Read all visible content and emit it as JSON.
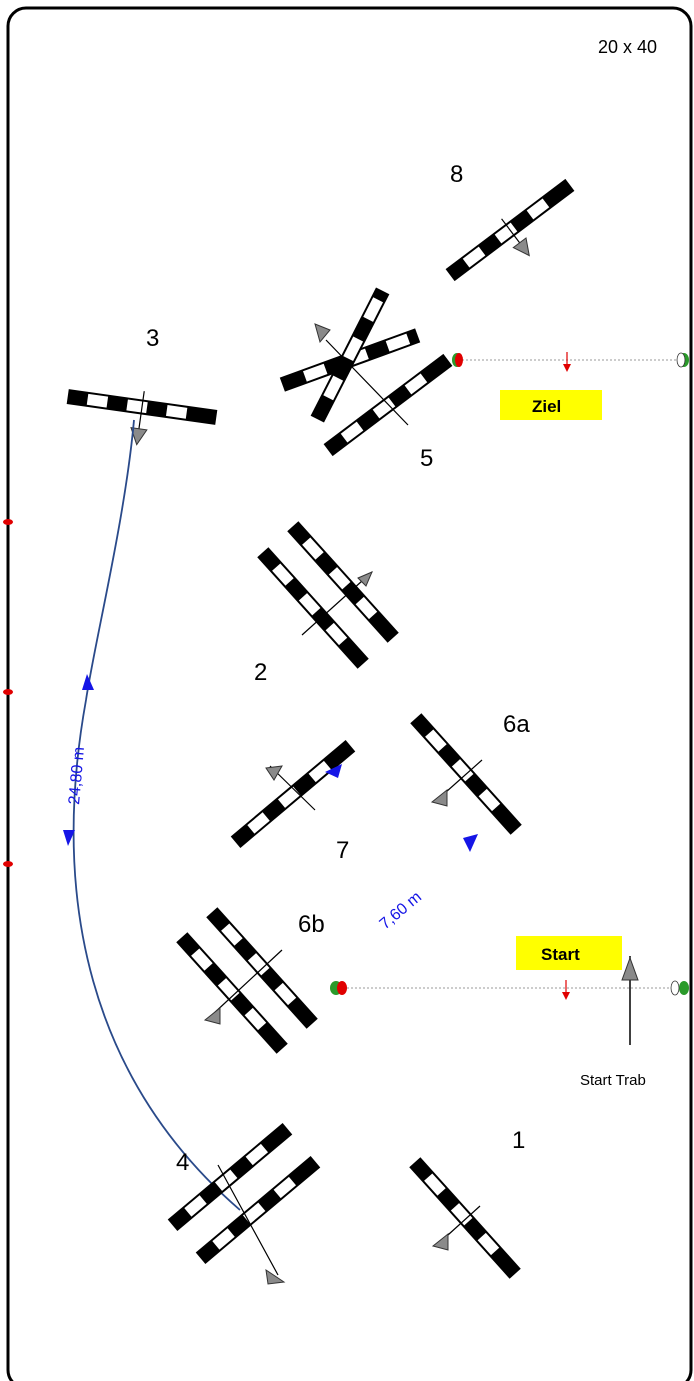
{
  "arena": {
    "size_label": "20 x 40",
    "colors": {
      "border": "#000000",
      "route": "#2a4a8a",
      "dimension": "#1515e6",
      "box": "#ffff00",
      "finish_arrow": "#e00000",
      "line": "#999999"
    }
  },
  "labels": {
    "j1": "1",
    "j2": "2",
    "j3": "3",
    "j4": "4",
    "j5": "5",
    "j6a": "6a",
    "j6b": "6b",
    "j7": "7",
    "j8": "8"
  },
  "lines": {
    "finish": "Ziel",
    "start": "Start",
    "start_trot": "Start Trab"
  },
  "measurements": {
    "route_distance": "24,80 m",
    "combination_distance": "7,60 m"
  },
  "icons": {
    "flag": "flag-icon",
    "direction_arrow": "direction-arrow-icon",
    "fence": "striped-pole-icon"
  }
}
